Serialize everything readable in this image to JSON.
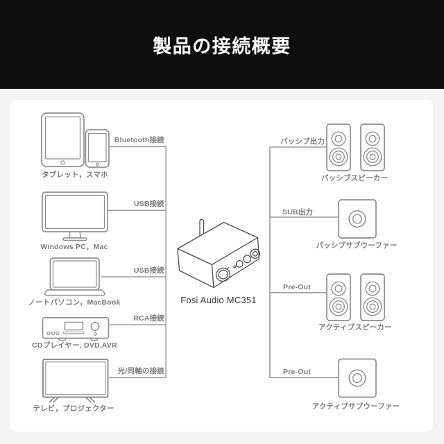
{
  "header": {
    "title": "製品の接続概要"
  },
  "device": {
    "label": "Fosi Audio MC351"
  },
  "sources": [
    {
      "icon": "tablet-smartphone-icon",
      "connection": "Bluetooth接続",
      "name": "タブレット，スマホ"
    },
    {
      "icon": "desktop-monitor-icon",
      "connection": "USB接続",
      "name": "Windows PC，Mac"
    },
    {
      "icon": "laptop-icon",
      "connection": "USB接続",
      "name": "ノートパソコン，MacBook"
    },
    {
      "icon": "cd-player-icon",
      "connection": "RCA接続",
      "name": "CDプレイヤー, DVD,AVR"
    },
    {
      "icon": "tv-icon",
      "connection": "光/同軸の接続",
      "name": "テレビ，プロジェクター"
    }
  ],
  "outputs": [
    {
      "icon": "passive-speakers-icon",
      "connection": "パッシブ出力",
      "name": "パッシブスピーカー"
    },
    {
      "icon": "passive-subwoofer-icon",
      "connection": "SUB出力",
      "name": "パッシブサブウーファー"
    },
    {
      "icon": "active-speakers-icon",
      "connection": "Pre-Out",
      "name": "アクティブスピーカー"
    },
    {
      "icon": "active-subwoofer-icon",
      "connection": "Pre-Out",
      "name": "アクティブサブウーファー"
    }
  ],
  "colors": {
    "header_bg": "#0e0e0e",
    "page_bg": "#f4f4f5",
    "card_bg": "#ffffff",
    "connection_line": "#9c9c9c",
    "icon_stroke": "#8d8d8d",
    "amp_stroke": "#4f4f4f",
    "label_text": "#7a7a7a",
    "device_label_text": "#383838",
    "title_text": "#ffffff"
  }
}
